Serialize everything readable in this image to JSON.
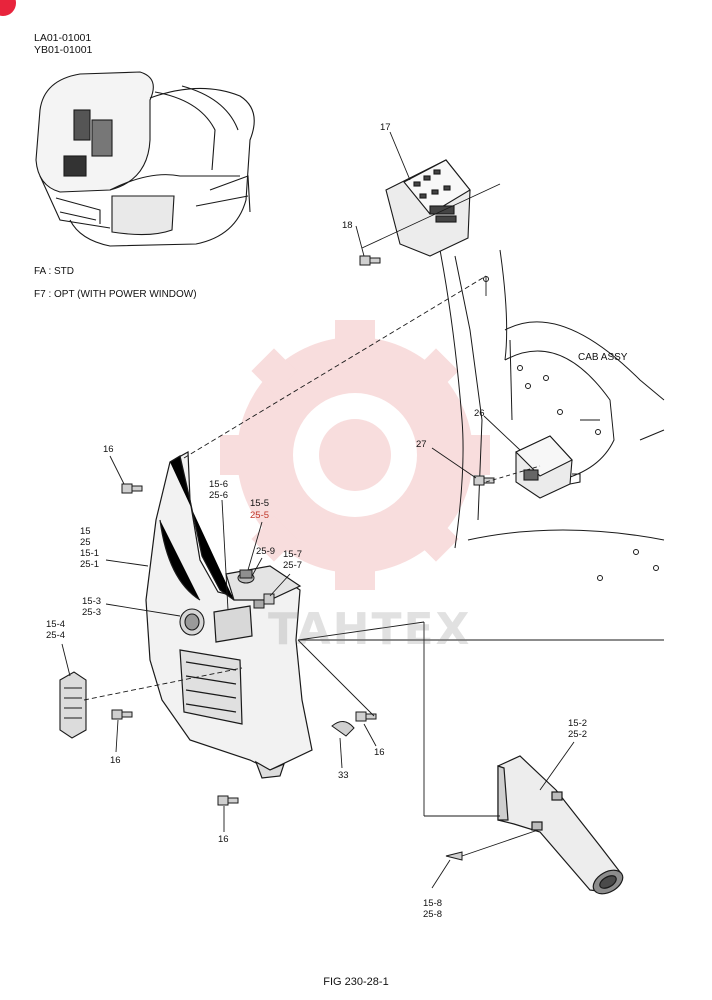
{
  "header": {
    "serial_line_1": "LA01-01001",
    "serial_line_2": "YB01-01001"
  },
  "notes": {
    "fa": "FA : STD",
    "f7": "F7 : OPT (WITH POWER WINDOW)"
  },
  "cab_label": "CAB ASSY",
  "watermark": "TAHTEX",
  "figure_caption": "FIG 230-28-1",
  "callouts": {
    "c17": "17",
    "c18": "18",
    "c26": "26",
    "c27": "27",
    "c16_top": "16",
    "c15_6": "15-6\n25-6",
    "c15_5a": "15-5",
    "c15_5b": "25-5",
    "c25_9": "25-9",
    "c15_7": "15-7\n25-7",
    "c15_main": "15\n25\n15-1\n25-1",
    "c15_3": "15-3\n25-3",
    "c15_4": "15-4\n25-4",
    "c16_left": "16",
    "c16_bottom": "16",
    "c16_right": "16",
    "c33": "33",
    "c15_2": "15-2\n25-2",
    "c15_8": "15-8\n25-8"
  },
  "colors": {
    "line": "#1a1a1a",
    "watermark": "#f2b8b8",
    "corner_badge": "#e8243c"
  }
}
